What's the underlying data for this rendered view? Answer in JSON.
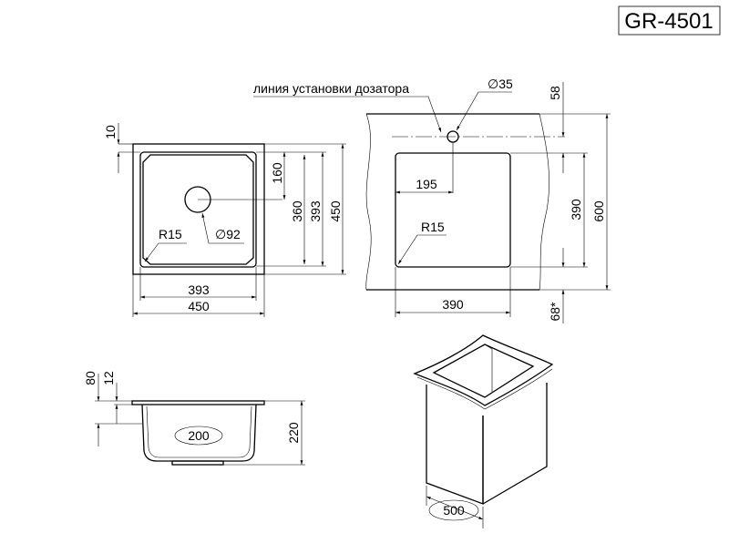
{
  "title": "GR-4501",
  "top_view": {
    "dim_rim": "10",
    "dim_drain_offset": "160",
    "dim_inner_h": "360",
    "dim_bowl_h": "393",
    "dim_outer_h": "450",
    "dim_bowl_w": "393",
    "dim_outer_w": "450",
    "radius": "R15",
    "drain_diameter": "∅92"
  },
  "cutout_view": {
    "dispenser_line_label": "линия установки дозатора",
    "dispenser_diameter": "∅35",
    "dim_top": "58",
    "dim_cut_h": "390",
    "dim_cabinet": "600",
    "dim_bottom": "68*",
    "dim_center": "195",
    "radius": "R15",
    "dim_cut_w": "390"
  },
  "side_view": {
    "dim_total": "80",
    "dim_rim": "12",
    "dim_depth": "220",
    "drain_width": "200"
  },
  "cabinet_view": {
    "cabinet_width": "500"
  },
  "colors": {
    "line": "#000000",
    "background": "#ffffff"
  }
}
